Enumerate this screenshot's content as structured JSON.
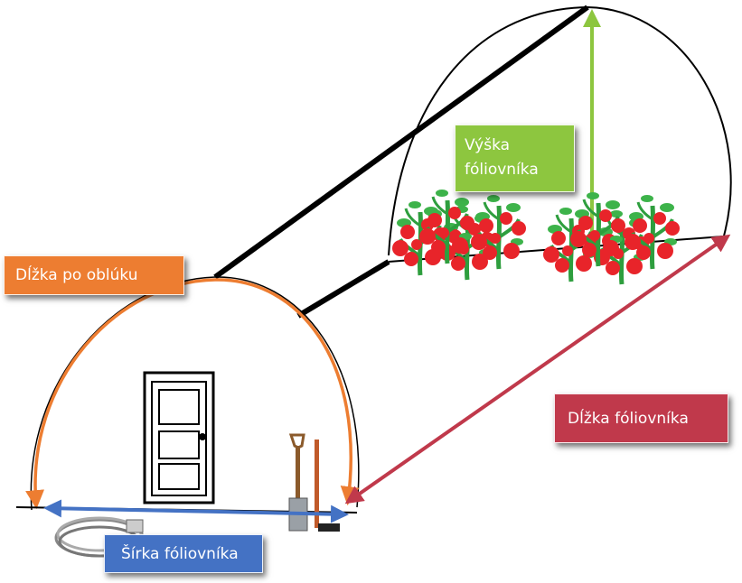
{
  "labels": {
    "arc_length": "Dĺžka po oblúku",
    "height": "Výška fóliovníka",
    "length": "Dĺžka fóliovníka",
    "width": "Šírka fóliovníka"
  },
  "colors": {
    "arc": "#ED7D31",
    "height": "#8DC63F",
    "length": "#C0394B",
    "width": "#4472C4",
    "outline": "#000000",
    "tomato": "#E8242A",
    "leaf": "#2E9E3E"
  },
  "icons": [
    "door-icon",
    "spade-icon",
    "garden-hose-icon",
    "tomato-plant-icon"
  ]
}
